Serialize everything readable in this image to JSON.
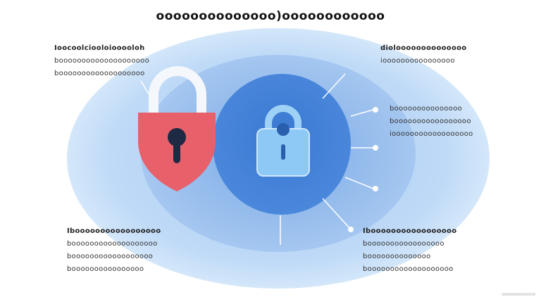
{
  "title": "oooooooooooooo)oooooooooooo",
  "blocks": {
    "top_left": [
      "Ioocoolciooloiooooloh",
      "boooooooooooooooooooo",
      "booooooooooooooooooo"
    ],
    "top_right": [
      "dioloooooooooooooo",
      "ioooooooooooooooo"
    ],
    "mid_right": [
      "booooooooooooooo",
      "booooooooooooooooo",
      "ioooooooooooooooooo"
    ],
    "bottom_left": [
      "Ibooooooooooooooooo",
      "booooooooooooooooooo",
      "boooooooooooooooooo",
      "boooooooooooooooo"
    ],
    "bottom_right": [
      "Ibooooooooooooooooo",
      "booooooooooooooooo",
      "boooooooooooooo",
      "booooooooooooooooooo"
    ]
  },
  "credit": "ooooooooooooo",
  "colors": {
    "outer": "#c9e0f8",
    "middle": "#8fb9ec",
    "inner": "#3f7fd6",
    "red_lock": "#e8606a",
    "blue_lock": "#8ec8f4"
  },
  "icons": [
    "padlock-shield-icon",
    "padlock-icon"
  ]
}
